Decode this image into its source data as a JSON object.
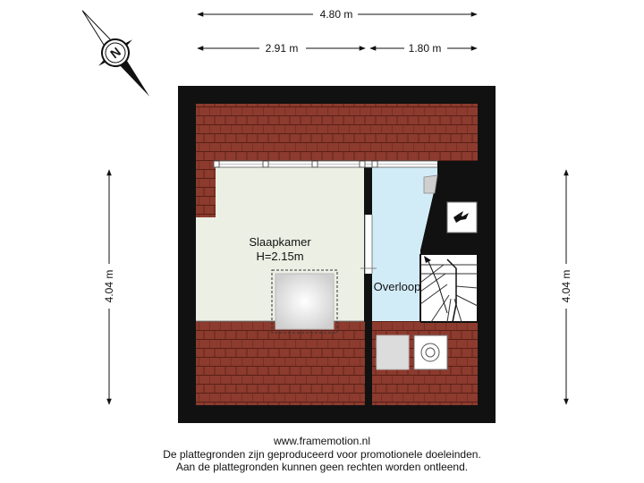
{
  "dimensions": {
    "total_width": "4.80 m",
    "left_width": "2.91 m",
    "right_width": "1.80 m",
    "left_depth": "4.04 m",
    "right_depth": "4.04 m"
  },
  "rooms": {
    "bedroom": {
      "name": "Slaapkamer",
      "height": "H=2.15m"
    },
    "landing": {
      "name": "Overloop"
    }
  },
  "compass": {
    "label": "N"
  },
  "footer": {
    "website": "www.framemotion.nl",
    "line1": "De plattegronden zijn geproduceerd voor promotionele doeleinden.",
    "line2": "Aan de plattegronden kunnen geen rechten worden ontleend."
  },
  "colors": {
    "wall": "#111111",
    "roof_tile": "#8c3b2e",
    "tile_line": "#5a1f16",
    "floor_bedroom": "#ecefe4",
    "floor_landing": "#d2ecf7",
    "skylight": "#dcdcdc"
  }
}
